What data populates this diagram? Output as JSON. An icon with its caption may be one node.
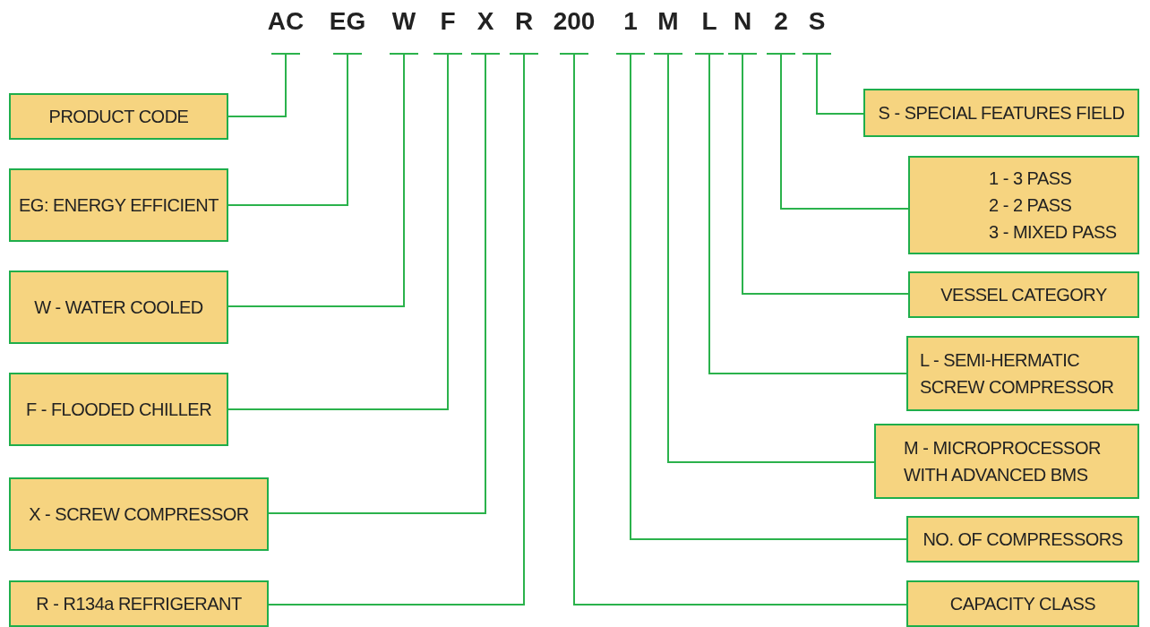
{
  "diagram": {
    "nodes": [
      {
        "text": [
          "AC"
        ]
      },
      {
        "text": [
          "EG"
        ]
      },
      {
        "text": [
          "W"
        ]
      },
      {
        "text": [
          "F"
        ]
      },
      {
        "text": [
          "X"
        ]
      },
      {
        "text": [
          "R"
        ]
      },
      {
        "text": [
          "200"
        ]
      },
      {
        "text": [
          "1"
        ]
      },
      {
        "text": [
          "M"
        ]
      },
      {
        "text": [
          "L"
        ]
      },
      {
        "text": [
          "N"
        ]
      },
      {
        "text": [
          "2"
        ]
      },
      {
        "text": [
          "S"
        ]
      },
      {
        "text": [
          "PRODUCT CODE"
        ]
      },
      {
        "text": [
          "EG: ENERGY EFFICIENT"
        ]
      },
      {
        "text": [
          "W - WATER COOLED"
        ]
      },
      {
        "text": [
          "F - FLOODED CHILLER"
        ]
      },
      {
        "text": [
          "X - SCREW COMPRESSOR"
        ]
      },
      {
        "text": [
          "R - R134a REFRIGERANT"
        ]
      },
      {
        "text": [
          "S - SPECIAL FEATURES FIELD"
        ]
      },
      {
        "text": [
          "1 - 3 PASS",
          "2 - 2 PASS",
          "3 - MIXED PASS"
        ]
      },
      {
        "text": [
          "VESSEL CATEGORY"
        ]
      },
      {
        "text": [
          "L - SEMI-HERMATIC SCREW COMPRESSOR"
        ]
      },
      {
        "text": [
          "M - MICROPROCESSOR WITH ADVANCED BMS"
        ]
      },
      {
        "text": [
          "NO. OF COMPRESSORS"
        ]
      },
      {
        "text": [
          "CAPACITY CLASS"
        ]
      }
    ],
    "edges": [
      {
        "from": 0,
        "to": 13,
        "arrow": "none"
      },
      {
        "from": 1,
        "to": 14,
        "arrow": "none"
      },
      {
        "from": 2,
        "to": 15,
        "arrow": "none"
      },
      {
        "from": 3,
        "to": 16,
        "arrow": "none"
      },
      {
        "from": 4,
        "to": 17,
        "arrow": "none"
      },
      {
        "from": 5,
        "to": 18,
        "arrow": "none"
      },
      {
        "from": 6,
        "to": 25,
        "arrow": "none"
      },
      {
        "from": 7,
        "to": 24,
        "arrow": "none"
      },
      {
        "from": 8,
        "to": 23,
        "arrow": "none"
      },
      {
        "from": 9,
        "to": 22,
        "arrow": "none"
      },
      {
        "from": 10,
        "to": 21,
        "arrow": "none"
      },
      {
        "from": 11,
        "to": 20,
        "arrow": "none"
      },
      {
        "from": 12,
        "to": 19,
        "arrow": "none"
      }
    ]
  }
}
